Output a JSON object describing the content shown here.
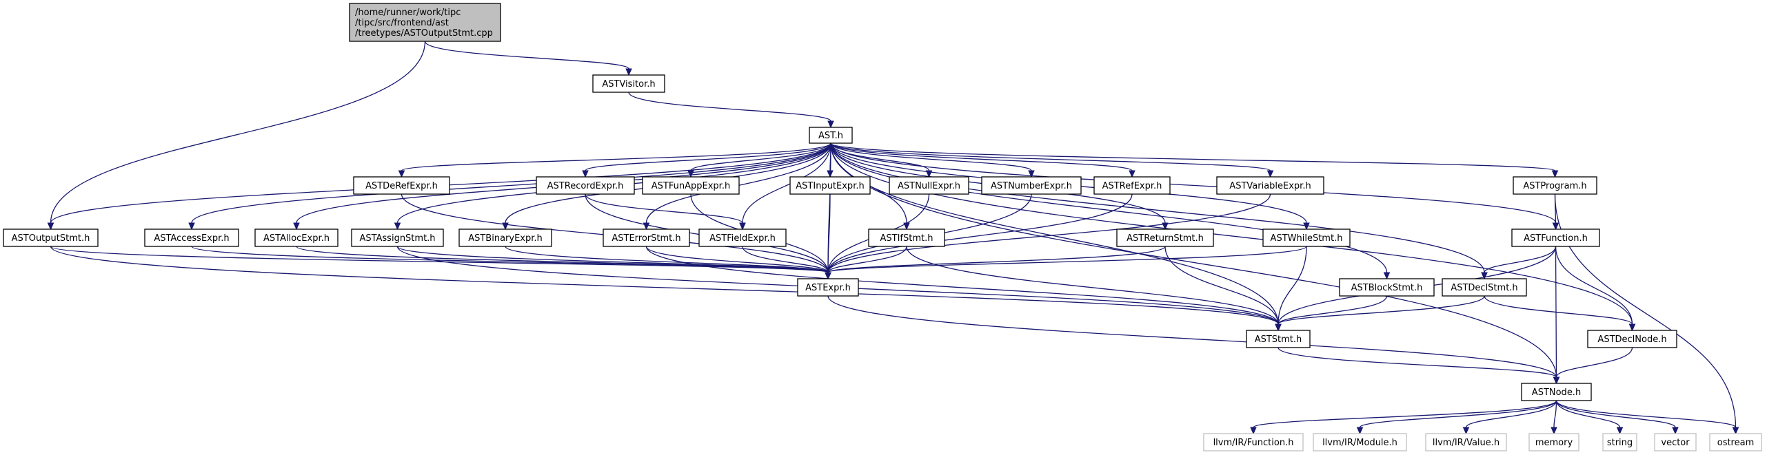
{
  "colors": {
    "edge": "#191970",
    "root_fill": "#bfbfbf",
    "external_border": "#bfbfbf",
    "node_border": "#000000"
  },
  "nodes": [
    {
      "id": "root",
      "lines": [
        "/home/runner/work/tipc",
        "/tipc/src/frontend/ast",
        "/treetypes/ASTOutputStmt.cpp"
      ],
      "kind": "root"
    },
    {
      "id": "visitor",
      "lines": [
        "ASTVisitor.h"
      ],
      "kind": "file"
    },
    {
      "id": "ast",
      "lines": [
        "AST.h"
      ],
      "kind": "file"
    },
    {
      "id": "outputstmt",
      "lines": [
        "ASTOutputStmt.h"
      ],
      "kind": "file"
    },
    {
      "id": "accessexpr",
      "lines": [
        "ASTAccessExpr.h"
      ],
      "kind": "file"
    },
    {
      "id": "allocexpr",
      "lines": [
        "ASTAllocExpr.h"
      ],
      "kind": "file"
    },
    {
      "id": "assignstmt",
      "lines": [
        "ASTAssignStmt.h"
      ],
      "kind": "file"
    },
    {
      "id": "binaryexpr",
      "lines": [
        "ASTBinaryExpr.h"
      ],
      "kind": "file"
    },
    {
      "id": "derefexpr",
      "lines": [
        "ASTDeRefExpr.h"
      ],
      "kind": "file"
    },
    {
      "id": "recordexpr",
      "lines": [
        "ASTRecordExpr.h"
      ],
      "kind": "file"
    },
    {
      "id": "funappexpr",
      "lines": [
        "ASTFunAppExpr.h"
      ],
      "kind": "file"
    },
    {
      "id": "errorstmt",
      "lines": [
        "ASTErrorStmt.h"
      ],
      "kind": "file"
    },
    {
      "id": "fieldexpr",
      "lines": [
        "ASTFieldExpr.h"
      ],
      "kind": "file"
    },
    {
      "id": "inputexpr",
      "lines": [
        "ASTInputExpr.h"
      ],
      "kind": "file"
    },
    {
      "id": "nullexpr",
      "lines": [
        "ASTNullExpr.h"
      ],
      "kind": "file"
    },
    {
      "id": "numberexpr",
      "lines": [
        "ASTNumberExpr.h"
      ],
      "kind": "file"
    },
    {
      "id": "refexpr",
      "lines": [
        "ASTRefExpr.h"
      ],
      "kind": "file"
    },
    {
      "id": "ifstmt",
      "lines": [
        "ASTIfStmt.h"
      ],
      "kind": "file"
    },
    {
      "id": "variableexpr",
      "lines": [
        "ASTVariableExpr.h"
      ],
      "kind": "file"
    },
    {
      "id": "returnstmt",
      "lines": [
        "ASTReturnStmt.h"
      ],
      "kind": "file"
    },
    {
      "id": "whilestmt",
      "lines": [
        "ASTWhileStmt.h"
      ],
      "kind": "file"
    },
    {
      "id": "program",
      "lines": [
        "ASTProgram.h"
      ],
      "kind": "file"
    },
    {
      "id": "function",
      "lines": [
        "ASTFunction.h"
      ],
      "kind": "file"
    },
    {
      "id": "blockstmt",
      "lines": [
        "ASTBlockStmt.h"
      ],
      "kind": "file"
    },
    {
      "id": "declstmt",
      "lines": [
        "ASTDeclStmt.h"
      ],
      "kind": "file"
    },
    {
      "id": "declnode",
      "lines": [
        "ASTDeclNode.h"
      ],
      "kind": "file"
    },
    {
      "id": "expr",
      "lines": [
        "ASTExpr.h"
      ],
      "kind": "file"
    },
    {
      "id": "stmt",
      "lines": [
        "ASTStmt.h"
      ],
      "kind": "file"
    },
    {
      "id": "node",
      "lines": [
        "ASTNode.h"
      ],
      "kind": "file"
    },
    {
      "id": "llvmfunction",
      "lines": [
        "llvm/IR/Function.h"
      ],
      "kind": "external"
    },
    {
      "id": "llvmmodule",
      "lines": [
        "llvm/IR/Module.h"
      ],
      "kind": "external"
    },
    {
      "id": "llvmvalue",
      "lines": [
        "llvm/IR/Value.h"
      ],
      "kind": "external"
    },
    {
      "id": "memory",
      "lines": [
        "memory"
      ],
      "kind": "external"
    },
    {
      "id": "string",
      "lines": [
        "string"
      ],
      "kind": "external"
    },
    {
      "id": "vector",
      "lines": [
        "vector"
      ],
      "kind": "external"
    },
    {
      "id": "ostream",
      "lines": [
        "ostream"
      ],
      "kind": "external"
    }
  ],
  "edges": [
    [
      "root",
      "visitor"
    ],
    [
      "root",
      "outputstmt"
    ],
    [
      "visitor",
      "ast"
    ],
    [
      "ast",
      "outputstmt"
    ],
    [
      "ast",
      "accessexpr"
    ],
    [
      "ast",
      "allocexpr"
    ],
    [
      "ast",
      "assignstmt"
    ],
    [
      "ast",
      "binaryexpr"
    ],
    [
      "ast",
      "derefexpr"
    ],
    [
      "ast",
      "recordexpr"
    ],
    [
      "ast",
      "funappexpr"
    ],
    [
      "ast",
      "errorstmt"
    ],
    [
      "ast",
      "fieldexpr"
    ],
    [
      "ast",
      "inputexpr"
    ],
    [
      "ast",
      "nullexpr"
    ],
    [
      "ast",
      "numberexpr"
    ],
    [
      "ast",
      "refexpr"
    ],
    [
      "ast",
      "ifstmt"
    ],
    [
      "ast",
      "variableexpr"
    ],
    [
      "ast",
      "returnstmt"
    ],
    [
      "ast",
      "whilestmt"
    ],
    [
      "ast",
      "program"
    ],
    [
      "ast",
      "function"
    ],
    [
      "ast",
      "blockstmt"
    ],
    [
      "ast",
      "declstmt"
    ],
    [
      "ast",
      "declnode"
    ],
    [
      "ast",
      "expr"
    ],
    [
      "ast",
      "stmt"
    ],
    [
      "ast",
      "node"
    ],
    [
      "outputstmt",
      "expr"
    ],
    [
      "outputstmt",
      "stmt"
    ],
    [
      "accessexpr",
      "expr"
    ],
    [
      "allocexpr",
      "expr"
    ],
    [
      "assignstmt",
      "expr"
    ],
    [
      "assignstmt",
      "stmt"
    ],
    [
      "binaryexpr",
      "expr"
    ],
    [
      "derefexpr",
      "expr"
    ],
    [
      "recordexpr",
      "expr"
    ],
    [
      "recordexpr",
      "fieldexpr"
    ],
    [
      "funappexpr",
      "expr"
    ],
    [
      "errorstmt",
      "expr"
    ],
    [
      "errorstmt",
      "stmt"
    ],
    [
      "fieldexpr",
      "expr"
    ],
    [
      "inputexpr",
      "expr"
    ],
    [
      "nullexpr",
      "expr"
    ],
    [
      "numberexpr",
      "expr"
    ],
    [
      "refexpr",
      "expr"
    ],
    [
      "ifstmt",
      "expr"
    ],
    [
      "ifstmt",
      "stmt"
    ],
    [
      "variableexpr",
      "expr"
    ],
    [
      "returnstmt",
      "expr"
    ],
    [
      "returnstmt",
      "stmt"
    ],
    [
      "whilestmt",
      "expr"
    ],
    [
      "whilestmt",
      "stmt"
    ],
    [
      "program",
      "function"
    ],
    [
      "program",
      "ostream"
    ],
    [
      "function",
      "declstmt"
    ],
    [
      "function",
      "declnode"
    ],
    [
      "function",
      "stmt"
    ],
    [
      "function",
      "node"
    ],
    [
      "blockstmt",
      "stmt"
    ],
    [
      "declstmt",
      "stmt"
    ],
    [
      "declstmt",
      "declnode"
    ],
    [
      "declnode",
      "node"
    ],
    [
      "expr",
      "node"
    ],
    [
      "stmt",
      "node"
    ],
    [
      "node",
      "llvmfunction"
    ],
    [
      "node",
      "llvmmodule"
    ],
    [
      "node",
      "llvmvalue"
    ],
    [
      "node",
      "memory"
    ],
    [
      "node",
      "string"
    ],
    [
      "node",
      "vector"
    ],
    [
      "node",
      "ostream"
    ]
  ]
}
